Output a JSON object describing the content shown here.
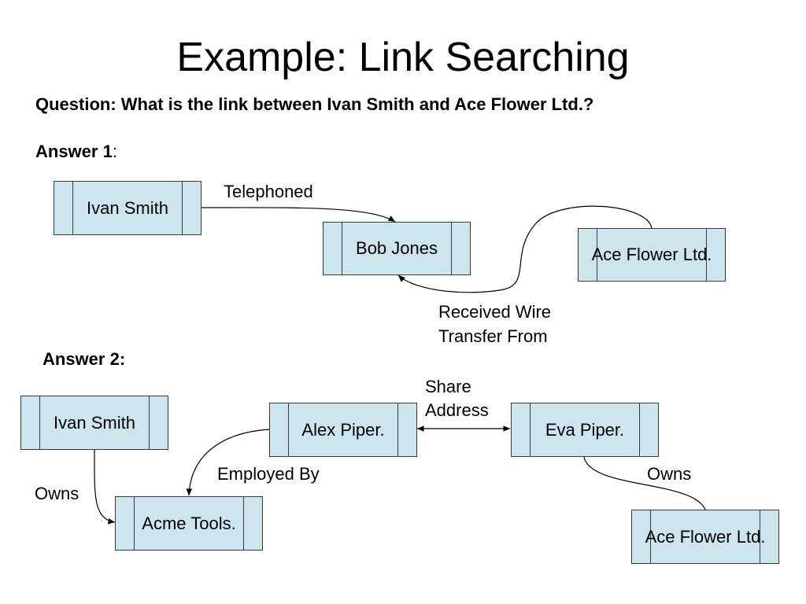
{
  "title": "Example: Link Searching",
  "question": "Question: What is the link between Ivan Smith and Ace Flower Ltd.?",
  "answer1": {
    "heading": "Answer 1",
    "colon": ":",
    "nodes": {
      "ivan": "Ivan Smith",
      "bob": "Bob Jones",
      "ace": "Ace Flower Ltd."
    },
    "edges": {
      "telephoned": "Telephoned",
      "wire_line1": "Received Wire",
      "wire_line2": "Transfer From"
    }
  },
  "answer2": {
    "heading": "Answer 2:",
    "nodes": {
      "ivan": "Ivan Smith",
      "alex": "Alex Piper.",
      "eva": "Eva Piper.",
      "acme": "Acme Tools.",
      "ace": "Ace Flower Ltd."
    },
    "edges": {
      "share_line1": "Share",
      "share_line2": "Address",
      "employed_by": "Employed By",
      "owns_left": "Owns",
      "owns_right": "Owns"
    }
  },
  "colors": {
    "node_fill": "#cde5ec",
    "node_border": "#3a3a3a"
  }
}
